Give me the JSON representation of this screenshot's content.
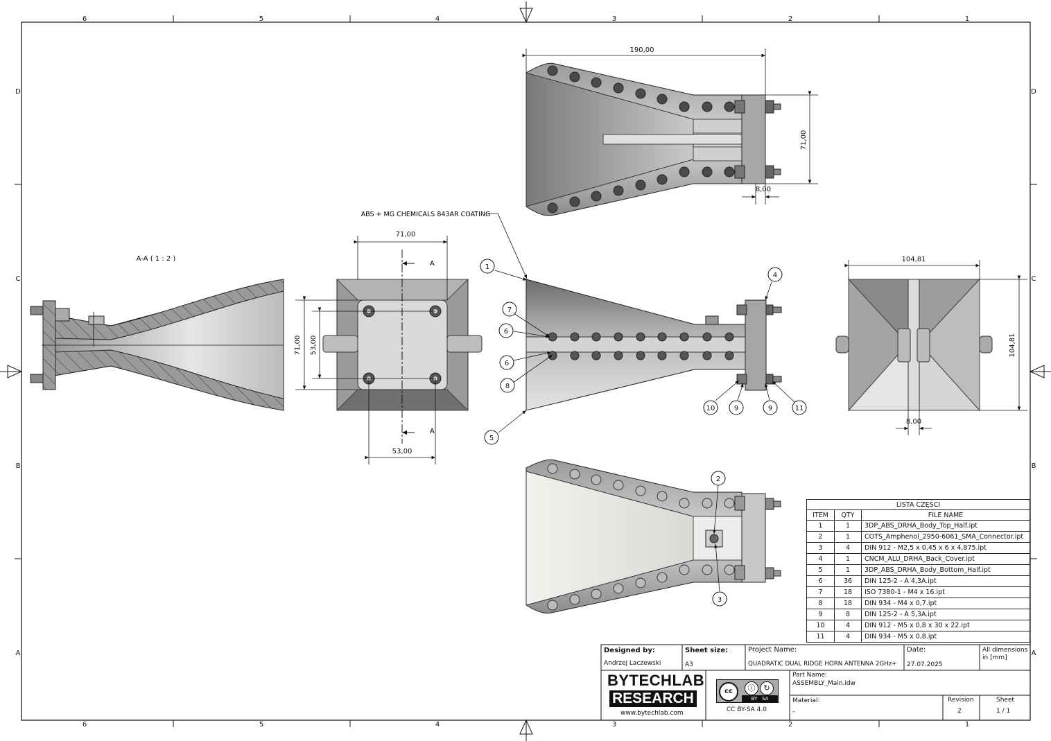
{
  "sheet": {
    "zones_columns": [
      "6",
      "5",
      "4",
      "3",
      "2",
      "1"
    ],
    "zones_rows": [
      "D",
      "C",
      "B",
      "A"
    ]
  },
  "section_view": {
    "label": "A-A ( 1 : 2 )"
  },
  "section_marks": {
    "a1": "A",
    "a2": "A"
  },
  "coating_note": "ABS + MG CHEMICALS 843AR COATING",
  "dimensions": {
    "top_len": "190,00",
    "top_height": "71,00",
    "top_flange": "8,00",
    "front_width": "71,00",
    "front_height_outer": "71,00",
    "front_height_inner": "53,00",
    "front_bolt_span": "53,00",
    "end_width": "104,81",
    "end_height": "104,81",
    "end_gap": "8,00"
  },
  "balloons": {
    "b1": "1",
    "b2": "2",
    "b3": "3",
    "b4": "4",
    "b5": "5",
    "b6a": "6",
    "b6b": "6",
    "b7": "7",
    "b8": "8",
    "b9a": "9",
    "b9b": "9",
    "b10": "10",
    "b11": "11"
  },
  "bom": {
    "title": "LISTA CZĘŚCI",
    "headers": {
      "item": "ITEM",
      "qty": "QTY",
      "file": "FILE NAME"
    },
    "rows": [
      {
        "item": "1",
        "qty": "1",
        "file": "3DP_ABS_DRHA_Body_Top_Half.ipt"
      },
      {
        "item": "2",
        "qty": "1",
        "file": "COTS_Amphenol_2950-6061_SMA_Connector.ipt"
      },
      {
        "item": "3",
        "qty": "4",
        "file": "DIN 912 - M2,5 x 0,45 x 6 x 4,875.ipt"
      },
      {
        "item": "4",
        "qty": "1",
        "file": "CNCM_ALU_DRHA_Back_Cover.ipt"
      },
      {
        "item": "5",
        "qty": "1",
        "file": "3DP_ABS_DRHA_Body_Bottom_Half.ipt"
      },
      {
        "item": "6",
        "qty": "36",
        "file": "DIN 125-2 - A 4,3A.ipt"
      },
      {
        "item": "7",
        "qty": "18",
        "file": "ISO 7380-1 - M4 x 16.ipt"
      },
      {
        "item": "8",
        "qty": "18",
        "file": "DIN 934 - M4 x 0,7.ipt"
      },
      {
        "item": "9",
        "qty": "8",
        "file": "DIN 125-2 - A 5,3A.ipt"
      },
      {
        "item": "10",
        "qty": "4",
        "file": "DIN 912 - M5 x 0,8 x 30 x 22.ipt"
      },
      {
        "item": "11",
        "qty": "4",
        "file": "DIN 934 - M5 x 0,8.ipt"
      }
    ]
  },
  "title_block": {
    "designed_by_label": "Designed by:",
    "designed_by": "Andrzej Laczewski",
    "sheet_size_label": "Sheet size:",
    "sheet_size": "A3",
    "project_name_label": "Project Name:",
    "project_name": "QUADRATIC DUAL RIDGE HORN ANTENNA 2GHz+",
    "date_label": "Date:",
    "date": "27.07.2025",
    "dimensions_note": "All dimensions in [mm]",
    "logo_line1": "BYTECHLAB",
    "logo_line2": "RESEARCH",
    "website": "www.bytechlab.com",
    "license_badge_text": "BY   SA",
    "license": "CC BY-SA 4.0",
    "part_name_label": "Part Name:",
    "part_name": "ASSEMBLY_Main.idw",
    "material_label": "Material:",
    "material": "-",
    "revision_label": "Revision",
    "revision": "2",
    "sheet_label": "Sheet",
    "sheet": "1 / 1"
  }
}
